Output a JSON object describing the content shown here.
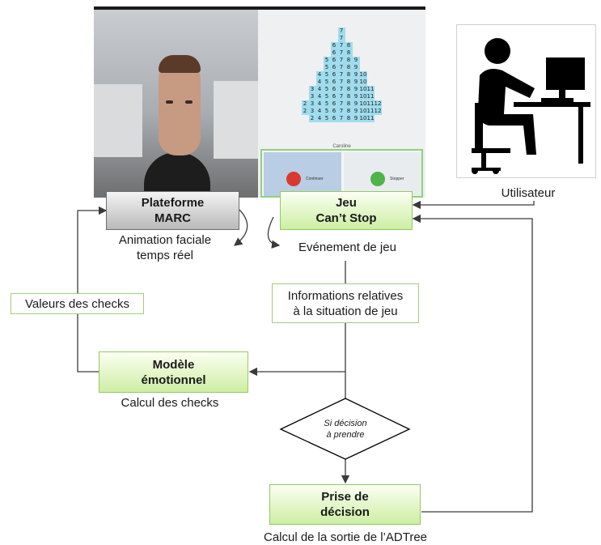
{
  "nodes": {
    "marc": "Plateforme\nMARC",
    "jeu": "Jeu\nCan’t Stop",
    "modele": "Modèle\némotionnel",
    "prise": "Prise de\ndécision",
    "infos": "Informations relatives\nà la situation de jeu",
    "valeurs": "Valeurs des checks",
    "decision": "Si décision\nà prendre"
  },
  "labels": {
    "utilisateur": "Utilisateur",
    "animation": "Animation faciale\ntemps réel",
    "evenement": "Evénement de jeu",
    "calcul_checks": "Calcul des checks",
    "calcul_sortie": "Calcul de la sortie de l’ADTree"
  },
  "game_screen": {
    "player_name": "Caroline",
    "button_left": "Continuer",
    "button_right": "Stopper",
    "rows": [
      [
        "7"
      ],
      [
        "7"
      ],
      [
        "6",
        "7",
        "8"
      ],
      [
        "6",
        "7",
        "8"
      ],
      [
        "5",
        "6",
        "7",
        "8",
        "9"
      ],
      [
        "5",
        "6",
        "7",
        "8",
        "9"
      ],
      [
        "4",
        "5",
        "6",
        "7",
        "8",
        "9",
        "10"
      ],
      [
        "4",
        "5",
        "6",
        "7",
        "8",
        "9",
        "10"
      ],
      [
        "3",
        "4",
        "5",
        "6",
        "7",
        "8",
        "9",
        "10",
        "11"
      ],
      [
        "3",
        "4",
        "5",
        "6",
        "7",
        "8",
        "9",
        "10",
        "11"
      ],
      [
        "2",
        "3",
        "4",
        "5",
        "6",
        "7",
        "8",
        "9",
        "10",
        "11",
        "12"
      ],
      [
        "2",
        "3",
        "4",
        "5",
        "6",
        "7",
        "8",
        "9",
        "10",
        "11",
        "12"
      ],
      [
        "2",
        "4",
        "5",
        "6",
        "7",
        "8",
        "9",
        "10",
        "11"
      ]
    ]
  },
  "colors": {
    "green_fill": "#d6f2b0",
    "green_border": "#97c766",
    "gray_fill": "#cfcfcf",
    "arrow": "#3a3a3a"
  }
}
